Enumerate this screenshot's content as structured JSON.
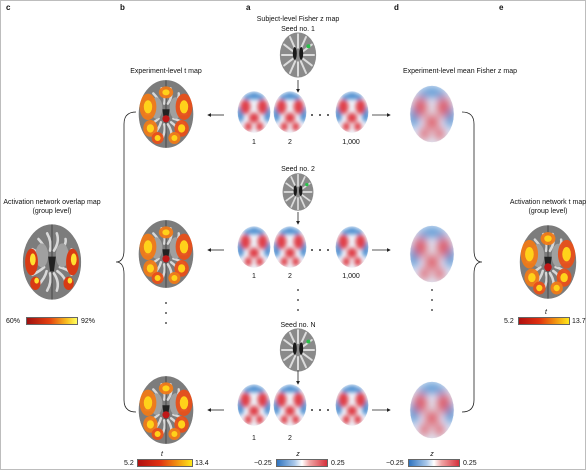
{
  "panels": {
    "a": {
      "letter": "a",
      "title": "Subject-level Fisher z map",
      "seeds": [
        "Seed no. 1",
        "Seed no. 2",
        "Seed no. N"
      ],
      "map_labels": [
        "1",
        "2",
        "1,000"
      ],
      "colorbar": {
        "min": "−0.25",
        "max": "0.25",
        "label": "z"
      }
    },
    "b": {
      "letter": "b",
      "title": "Experiment-level t map",
      "colorbar": {
        "min": "5.2",
        "max": "13.4",
        "label": "t"
      }
    },
    "c": {
      "letter": "c",
      "title_line1": "Activation network overlap map",
      "title_line2": "(group level)",
      "colorbar": {
        "min": "60%",
        "max": "92%"
      }
    },
    "d": {
      "letter": "d",
      "title": "Experiment-level mean Fisher z map",
      "colorbar": {
        "min": "−0.25",
        "max": "0.25",
        "label": "z"
      }
    },
    "e": {
      "letter": "e",
      "title_line1": "Activation network t map",
      "title_line2": "(group level)",
      "colorbar": {
        "min": "5.2",
        "max": "13.7",
        "label": "t"
      }
    }
  },
  "colors": {
    "hot_low": "#b01010",
    "hot_high": "#ffe81a",
    "z_negative": "#2f74c0",
    "z_positive": "#d6303c",
    "brain_gray": "#8a8a8a"
  }
}
